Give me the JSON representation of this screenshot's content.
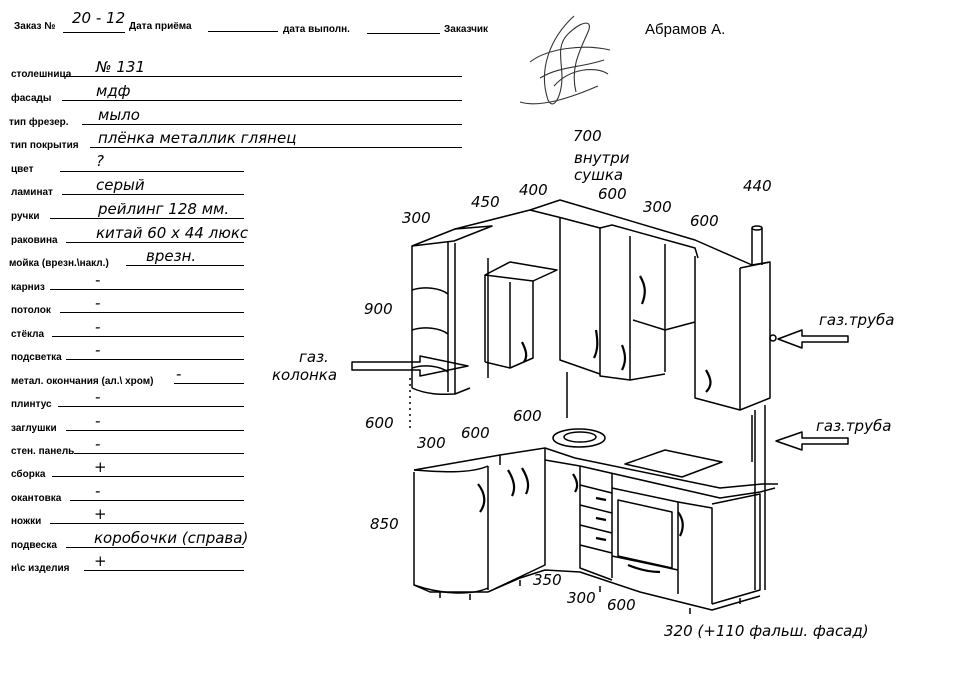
{
  "header": {
    "order_label": "Заказ №",
    "order_value": "20 - 12",
    "received_label": "Дата приёма",
    "done_label": "дата выполн.",
    "customer_label": "Заказчик",
    "customer_value": "Абрамов А."
  },
  "form_rows": [
    {
      "label": "столешница",
      "value": "№ 131"
    },
    {
      "label": "фасады",
      "value": "мдф"
    },
    {
      "label": "тип фрезер.",
      "value": "мыло"
    },
    {
      "label": "тип покрытия",
      "value": "плёнка металлик глянец"
    },
    {
      "label": "цвет",
      "value": "?"
    },
    {
      "label": "ламинат",
      "value": "серый"
    },
    {
      "label": "ручки",
      "value": "рейлинг 128 мм."
    },
    {
      "label": "раковина",
      "value": "китай 60 х 44 люкс"
    },
    {
      "label": "мойка (врезн.\\накл.)",
      "value": "врезн."
    },
    {
      "label": "карниз",
      "value": "-"
    },
    {
      "label": "потолок",
      "value": "-"
    },
    {
      "label": "стёкла",
      "value": "-"
    },
    {
      "label": "подсветка",
      "value": "-"
    },
    {
      "label": "метал. окончания (ал.\\ хром)",
      "value": "-"
    },
    {
      "label": "плинтус",
      "value": "-"
    },
    {
      "label": "заглушки",
      "value": "-"
    },
    {
      "label": "стен. панель",
      "value": "-"
    },
    {
      "label": "сборка",
      "value": "+"
    },
    {
      "label": "окантовка",
      "value": "-"
    },
    {
      "label": "ножки",
      "value": "+"
    },
    {
      "label": "подвеска",
      "value": "коробочки (справа)"
    },
    {
      "label": "н\\с  изделия",
      "value": "+"
    }
  ],
  "drawing": {
    "dim_700": "700",
    "note_inside": "внутри",
    "note_dryer": "сушка",
    "dim_400": "400",
    "dim_450": "450",
    "dim_600_top": "600",
    "dim_300_top_right": "300",
    "dim_600_top_right": "600",
    "dim_440": "440",
    "dim_300_left": "300",
    "dim_900": "900",
    "gas_heater_1": "газ.",
    "gas_heater_2": "колонка",
    "gas_pipe_upper": "газ.труба",
    "gas_pipe_lower": "газ.труба",
    "dim_600_mid_left": "600",
    "dim_300_counter": "300",
    "dim_600_counter_a": "600",
    "dim_600_counter_b": "600",
    "dim_850": "850",
    "dim_350": "350",
    "dim_300_bottom": "300",
    "dim_600_bottom": "600",
    "dim_320_note": "320 (+110 фальш. фасад)"
  }
}
